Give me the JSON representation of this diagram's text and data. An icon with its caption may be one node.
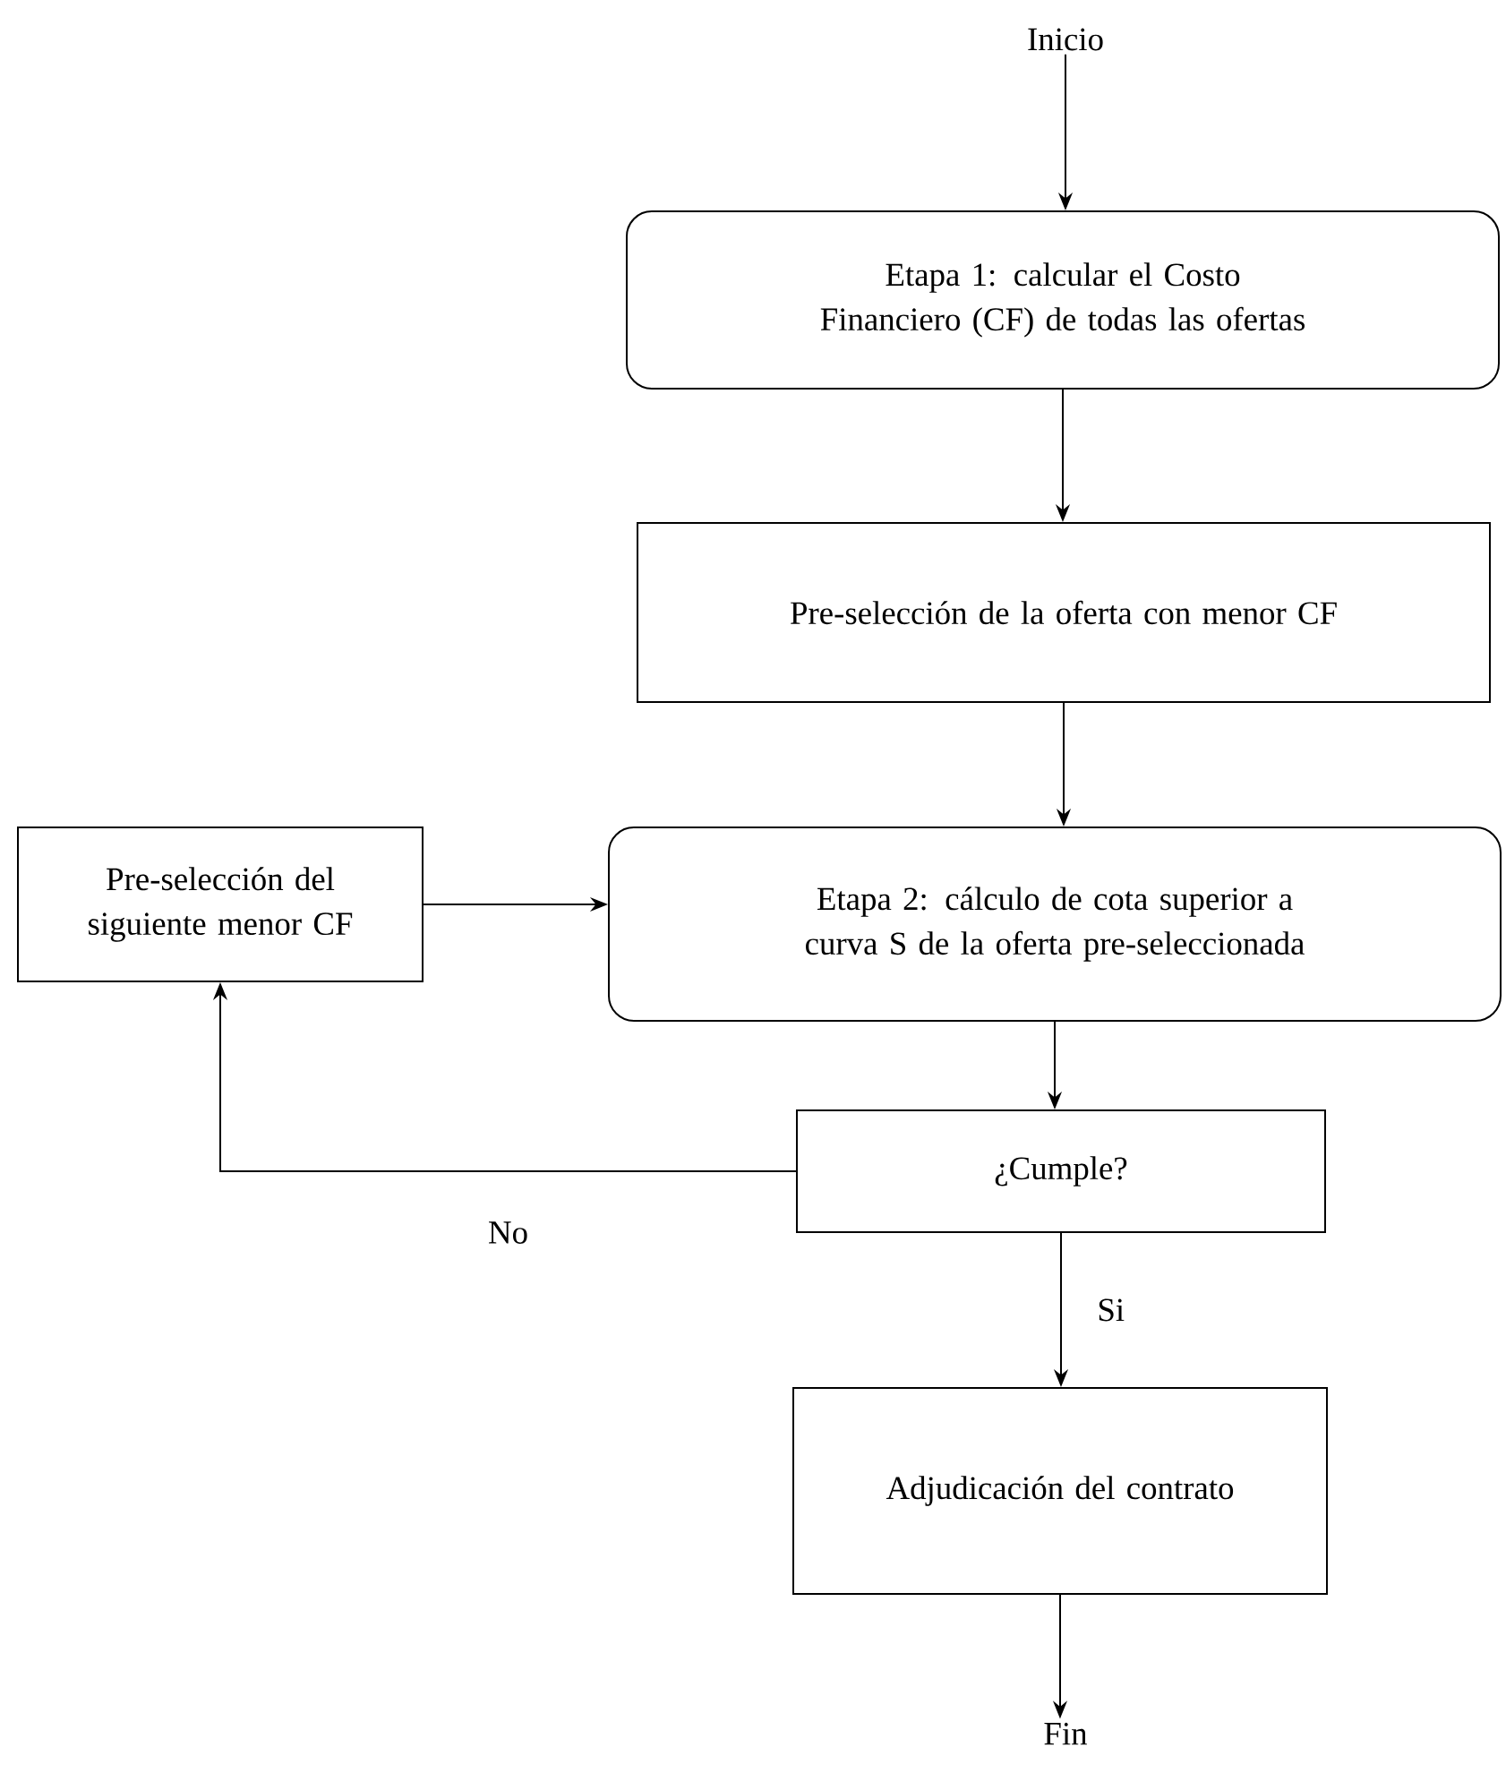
{
  "diagram": {
    "nodes": [
      {
        "text": [
          "Inicio"
        ]
      },
      {
        "text": [
          "Etapa 1: calcular el Costo Financiero (CF) de todas las ofertas"
        ]
      },
      {
        "text": [
          "Pre-selección de la oferta con menor CF"
        ]
      },
      {
        "text": [
          "Pre-selección del siguiente menor CF"
        ]
      },
      {
        "text": [
          "Etapa 2: cálculo de cota superior a curva S de la oferta pre-seleccionada"
        ]
      },
      {
        "text": [
          "¿Cumple?"
        ]
      },
      {
        "text": [
          "Adjudicación del contrato"
        ]
      },
      {
        "text": [
          "Fin"
        ]
      }
    ],
    "edges": [
      {
        "from": 0,
        "to": 1,
        "arrow": "to"
      },
      {
        "from": 1,
        "to": 2,
        "arrow": "to"
      },
      {
        "from": 2,
        "to": 4,
        "arrow": "to"
      },
      {
        "from": 3,
        "to": 4,
        "arrow": "to"
      },
      {
        "from": 4,
        "to": 5,
        "arrow": "to"
      },
      {
        "from": 5,
        "to": 3,
        "arrow": "to",
        "label": "No"
      },
      {
        "from": 5,
        "to": 6,
        "arrow": "to",
        "label": "Si"
      },
      {
        "from": 6,
        "to": 7,
        "arrow": "to"
      }
    ]
  }
}
